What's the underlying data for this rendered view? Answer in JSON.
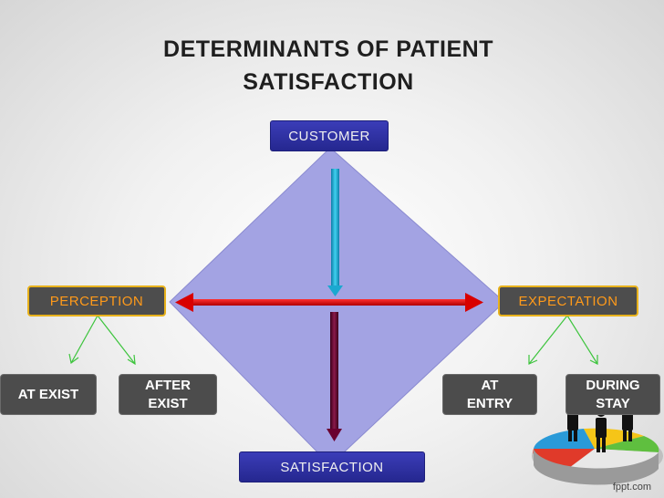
{
  "title": {
    "line1": "DETERMINANTS OF PATIENT",
    "line2": "SATISFACTION"
  },
  "nodes": {
    "customer": "CUSTOMER",
    "satisfaction": "SATISFACTION",
    "perception": "PERCEPTION",
    "expectation": "EXPECTATION",
    "at_exist": "AT EXIST",
    "after_exist_l1": "AFTER",
    "after_exist_l2": "EXIST",
    "at_entry_l1": "AT",
    "at_entry_l2": "ENTRY",
    "during_stay_l1": "DURING",
    "during_stay_l2": "STAY"
  },
  "watermark": "fppt.com",
  "colors": {
    "diamond_fill": "#a3a3e3",
    "blue_box": "#2c2ea0",
    "gold_border": "#e8b21c",
    "gold_text": "#ff9a1a",
    "arrow_red": "#d80000",
    "arrow_cyan": "#1ba8d0",
    "arrow_maroon": "#6a0030",
    "connector_green": "#3cc43c"
  },
  "icons": [
    "people-on-pie-chart-icon"
  ]
}
